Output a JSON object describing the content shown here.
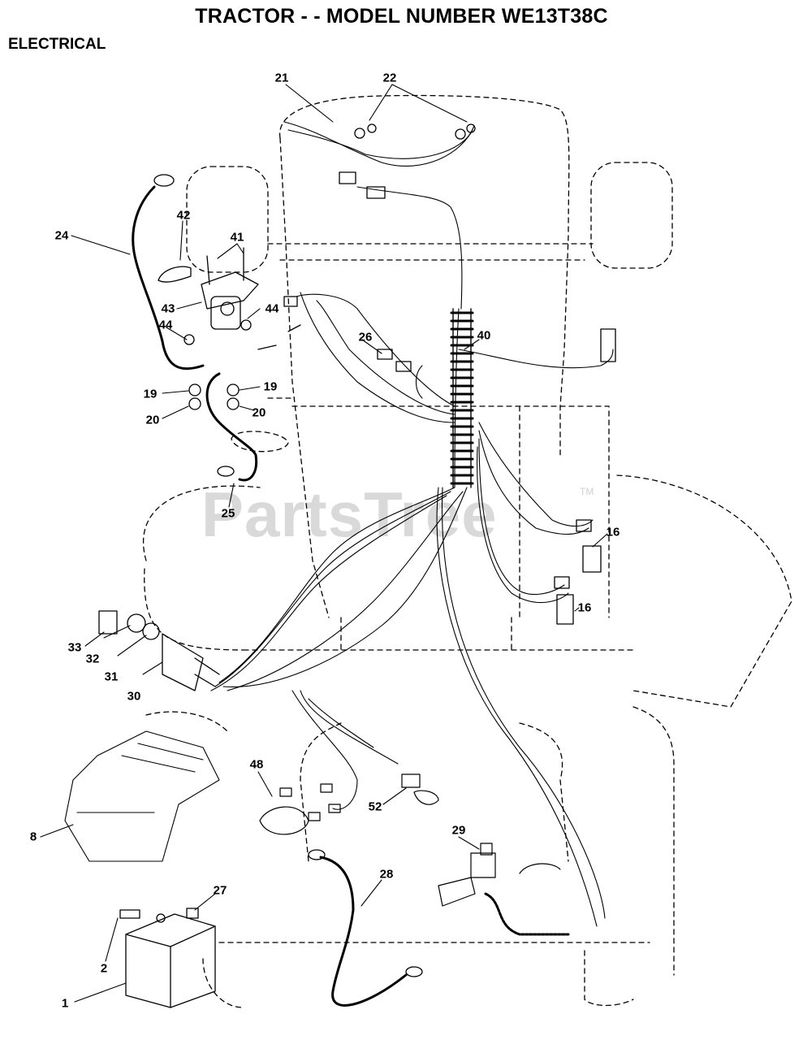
{
  "title": "TRACTOR - - MODEL NUMBER WE13T38C",
  "section": "ELECTRICAL",
  "watermark": "PartsTree",
  "watermark_tm": "TM",
  "callouts": [
    {
      "id": "c-21",
      "text": "21"
    },
    {
      "id": "c-22",
      "text": "22"
    },
    {
      "id": "c-24",
      "text": "24"
    },
    {
      "id": "c-42",
      "text": "42"
    },
    {
      "id": "c-41",
      "text": "41"
    },
    {
      "id": "c-43",
      "text": "43"
    },
    {
      "id": "c-44a",
      "text": "44"
    },
    {
      "id": "c-44b",
      "text": "44"
    },
    {
      "id": "c-19a",
      "text": "19"
    },
    {
      "id": "c-19b",
      "text": "19"
    },
    {
      "id": "c-20a",
      "text": "20"
    },
    {
      "id": "c-20b",
      "text": "20"
    },
    {
      "id": "c-26",
      "text": "26"
    },
    {
      "id": "c-40",
      "text": "40"
    },
    {
      "id": "c-25",
      "text": "25"
    },
    {
      "id": "c-16a",
      "text": "16"
    },
    {
      "id": "c-16b",
      "text": "16"
    },
    {
      "id": "c-33",
      "text": "33"
    },
    {
      "id": "c-32",
      "text": "32"
    },
    {
      "id": "c-31",
      "text": "31"
    },
    {
      "id": "c-30",
      "text": "30"
    },
    {
      "id": "c-48",
      "text": "48"
    },
    {
      "id": "c-52",
      "text": "52"
    },
    {
      "id": "c-8",
      "text": "8"
    },
    {
      "id": "c-29",
      "text": "29"
    },
    {
      "id": "c-28",
      "text": "28"
    },
    {
      "id": "c-27",
      "text": "27"
    },
    {
      "id": "c-2",
      "text": "2"
    },
    {
      "id": "c-1",
      "text": "1"
    }
  ]
}
